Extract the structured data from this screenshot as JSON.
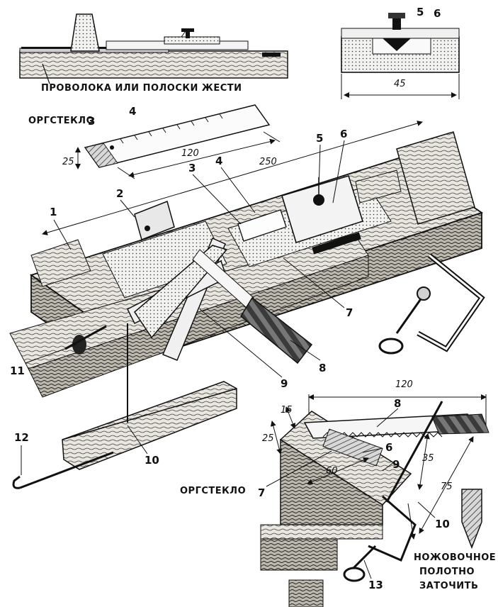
{
  "captions": {
    "wire_or_tin": "ПРОВОЛОКА ИЛИ ПОЛОСКИ ЖЕСТИ",
    "plexiglass_top": "ОРГСТЕКЛО",
    "plexiglass_bottom": "ОРГСТЕКЛО",
    "saw_blade_line1": "НОЖОВОЧНОЕ",
    "saw_blade_line2": "ПОЛОТНО",
    "saw_blade_line3": "ЗАТОЧИТЬ"
  },
  "dimensions": {
    "d45": "45",
    "d25_ruler": "25",
    "d120_ruler": "120",
    "d250": "250",
    "d120_detail": "120",
    "d15": "15",
    "d25_detail": "25",
    "d60": "60",
    "d35": "35",
    "d75": "75"
  },
  "part_numbers": {
    "p1": "1",
    "p2": "2",
    "p3": "3",
    "p3b": "3",
    "p4": "4",
    "p4b": "4",
    "p5": "5",
    "p5b": "5",
    "p6": "6",
    "p6b": "6",
    "p6c": "6",
    "p7": "7",
    "p7b": "7",
    "p8": "8",
    "p8b": "8",
    "p9": "9",
    "p9b": "9",
    "p10": "10",
    "p10b": "10",
    "p11": "11",
    "p12": "12",
    "p13": "13"
  }
}
